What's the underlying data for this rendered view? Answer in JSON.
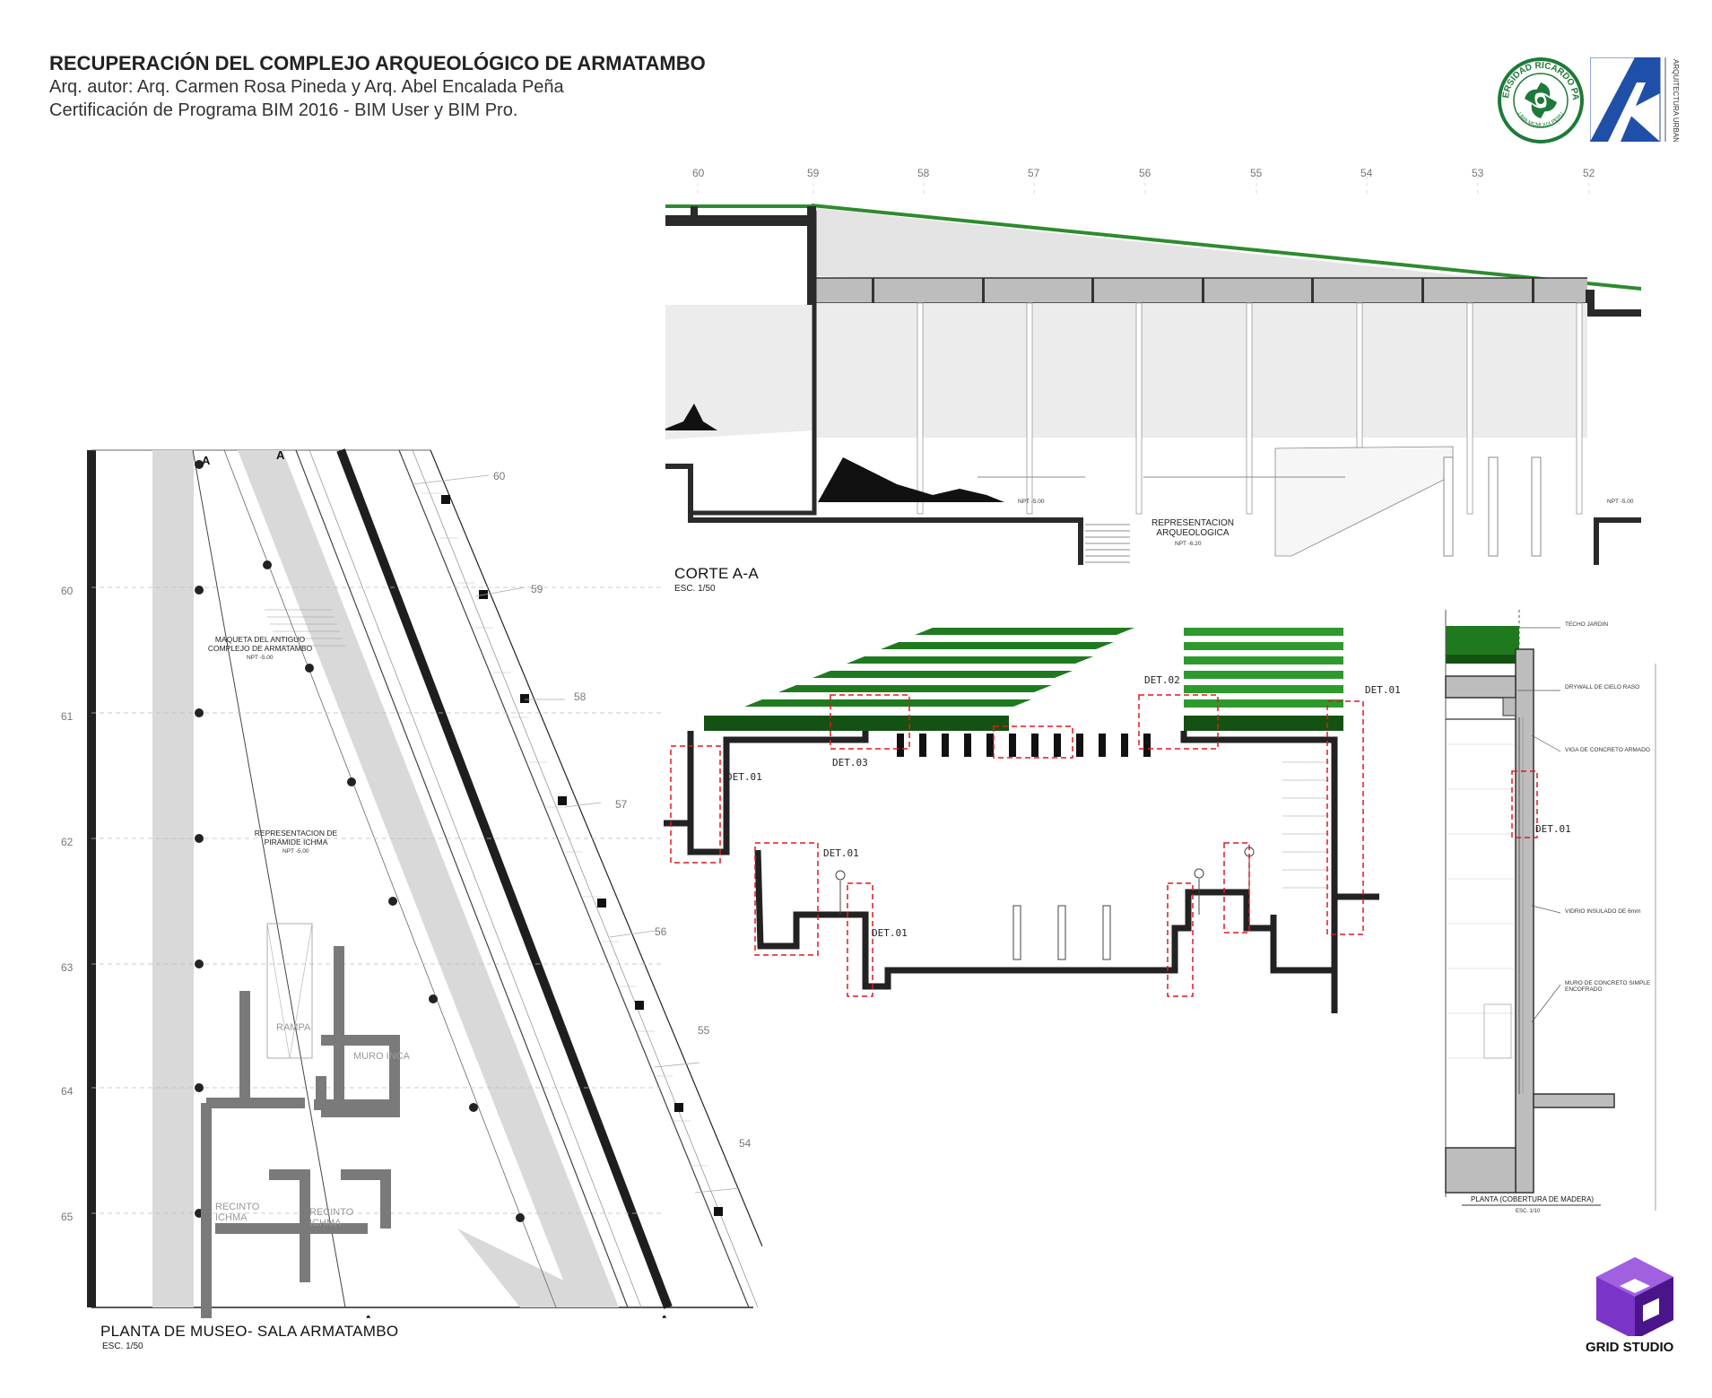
{
  "header": {
    "title": "RECUPERACIÓN DEL COMPLEJO ARQUEOLÓGICO DE ARMATAMBO",
    "authors": "Arq. autor: Arq. Carmen Rosa Pineda y Arq. Abel Encalada Peña",
    "program": "Certificación de Programa BIM 2016 - BIM User y BIM Pro."
  },
  "logos": {
    "university": {
      "ring_text": "UNIVERSIDAD RICARDO PALMA",
      "bottom_text": "LIMA MCMLXIX PERU",
      "color": "#1e7a3a"
    },
    "faculty": {
      "vertical_text": "ARQUITECTURA URBANISMO",
      "color": "#1f4fa8"
    },
    "studio": {
      "name": "GRID STUDIO",
      "color": "#5a1f9a"
    }
  },
  "plan": {
    "caption": "PLANTA DE MUSEO- SALA ARMATAMBO",
    "scale": "ESC. 1/50",
    "left_axes": [
      "60",
      "61",
      "62",
      "63",
      "64",
      "65"
    ],
    "diagonal_axes": [
      "60",
      "59",
      "58",
      "57",
      "56",
      "55",
      "54"
    ],
    "labels": {
      "maqueta": "MAQUETA DEL ANTIGUO COMPLEJO DE ARMATAMBO",
      "maqueta_npt": "NPT -5.00",
      "piramide": "REPRESENTACION DE PIRAMIDE ICHMA",
      "piramide_npt": "NPT -5.00",
      "rampa": "RAMPA",
      "muro_inca": "MURO INCA",
      "recinto_1": "RECINTO ICHMA",
      "recinto_2": "RECINTO ICHMA"
    }
  },
  "section_aa": {
    "caption": "CORTE A-A",
    "scale": "ESC. 1/50",
    "axes": [
      "60",
      "59",
      "58",
      "57",
      "56",
      "55",
      "54",
      "53",
      "52"
    ],
    "label": "REPRESENTACION ARQUEOLOGICA",
    "label_npt": "NPT -6.20",
    "npt_left": "NPT -5.00",
    "npt_right": "NPT -5.00"
  },
  "section_detail": {
    "det_labels": [
      "DET.01",
      "DET.02",
      "DET.03",
      "DET.01",
      "DET.01",
      "DET.01"
    ]
  },
  "wall_detail": {
    "caption": "PLANTA (COBERTURA DE MADERA)",
    "scale": "ESC. 1/10",
    "det_label": "DET.01",
    "callouts": [
      "TECHO JARDIN",
      "DRYWALL DE CIELO RASO",
      "VIGA DE CONCRETO ARMADO",
      "VIDRIO INSULADO DE 6mm",
      "MURO DE CONCRETO SIMPLE ENCOFRADO"
    ]
  },
  "colors": {
    "green_roof": "#1f7a1f",
    "concrete": "#2a2a2a",
    "grey_fill": "#d9d9d9",
    "detail_dash": "#e0191f"
  }
}
